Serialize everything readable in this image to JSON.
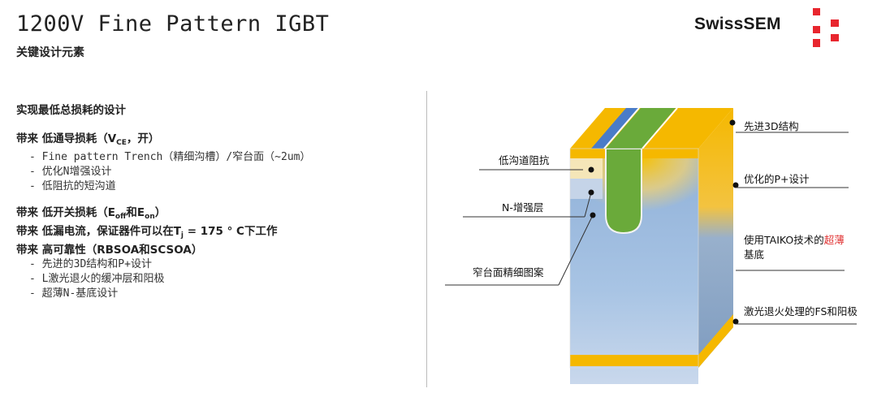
{
  "header": {
    "title": "1200V Fine Pattern IGBT",
    "subtitle": "关键设计元素"
  },
  "logo": {
    "text": "SwissSEM",
    "mark_color": "#e8262e"
  },
  "left": {
    "heading": "实现最低总损耗的设计",
    "block1": {
      "pre": "带来 低通导损耗（V",
      "sub": "CE",
      "post": "，开）",
      "items": [
        "- Fine pattern Trench（精细沟槽）/窄台面（~2um）",
        "- 优化N增强设计",
        "- 低阻抗的短沟道"
      ]
    },
    "block2": {
      "l1_pre": "带来 低开关损耗（E",
      "l1_sub1": "off",
      "l1_mid": "和E",
      "l1_sub2": "on",
      "l1_post": "）",
      "l2_pre": "带来 低漏电流，保证器件可以在T",
      "l2_sub": "j",
      "l2_post": " = 175 ° C下工作",
      "l3": "带来 高可靠性（RBSOA和SCSOA）",
      "items": [
        "- 先进的3D结构和P+设计",
        "- L激光退火的缓冲层和阳极",
        "- 超薄N-基底设计"
      ]
    }
  },
  "diagram": {
    "left_labels": [
      "低沟道阻抗",
      "N-增强层",
      "窄台面精细图案"
    ],
    "right_labels": {
      "r1": "先进3D结构",
      "r2": "优化的P+设计",
      "r3_pre": "使用TAIKO技术的",
      "r3_hl": "超薄",
      "r3_post": "基底",
      "r4": "激光退火处理的FS和阳极"
    },
    "colors": {
      "p_plus": "#f5b800",
      "trench": "#6aaa3a",
      "substrate": "#9ab8dc",
      "highlight": "#e03030"
    }
  }
}
